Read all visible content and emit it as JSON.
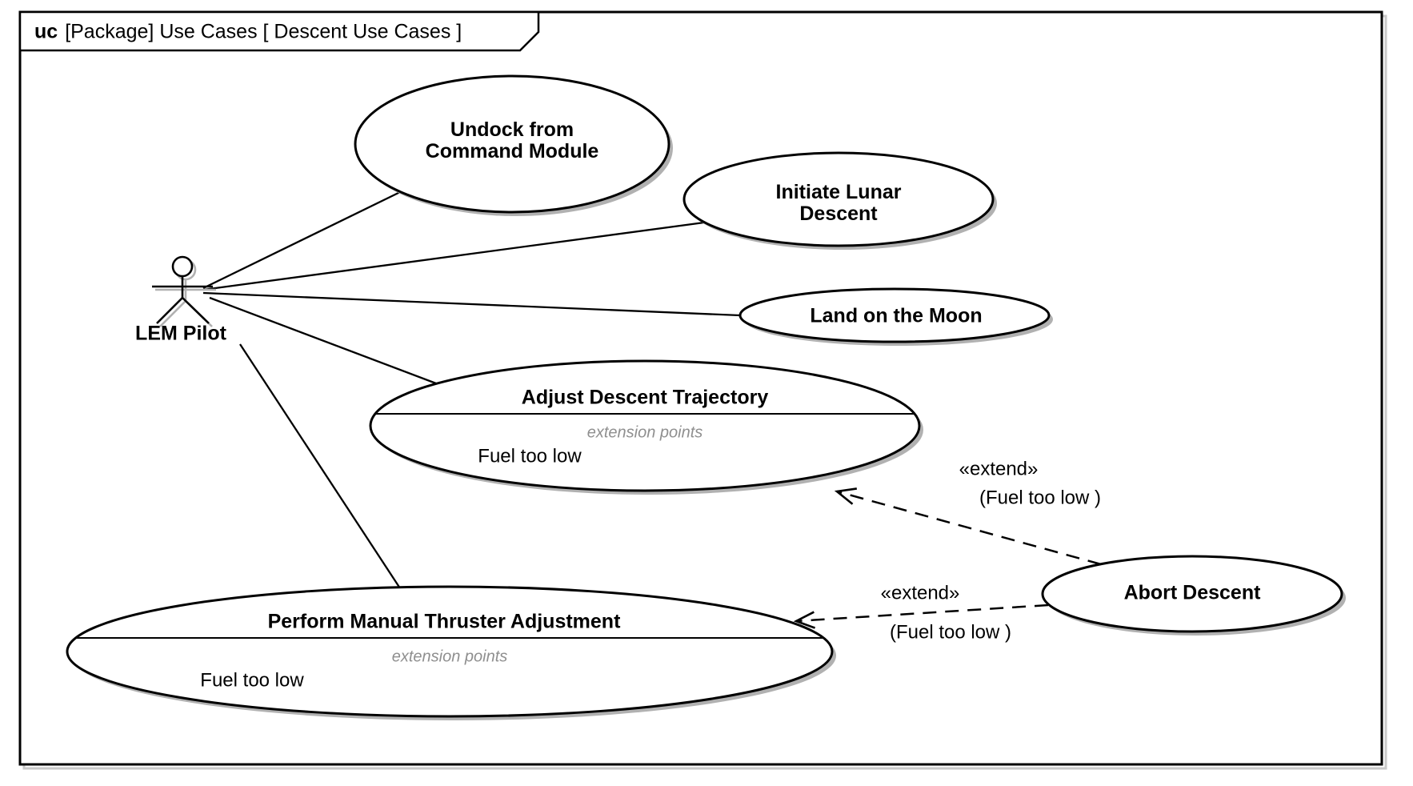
{
  "frame": {
    "keyword": "uc",
    "title": "[Package] Use Cases [ Descent Use Cases ]"
  },
  "actor": {
    "name": "LEM Pilot"
  },
  "use_cases": [
    {
      "name": "Undock from Command Module",
      "line1": "Undock from",
      "line2": "Command Module"
    },
    {
      "name": "Initiate Lunar Descent",
      "line1": "Initiate Lunar",
      "line2": "Descent"
    },
    {
      "name": "Land on the Moon"
    },
    {
      "name": "Adjust Descent Trajectory",
      "extension_points_label": "extension points",
      "extension_point": "Fuel too low"
    },
    {
      "name": "Perform Manual Thruster Adjustment",
      "extension_points_label": "extension points",
      "extension_point": "Fuel too low"
    },
    {
      "name": "Abort Descent"
    }
  ],
  "relations": [
    {
      "stereotype": "«extend»",
      "condition": "(Fuel too low )",
      "from": "Abort Descent",
      "to": "Adjust Descent Trajectory"
    },
    {
      "stereotype": "«extend»",
      "condition": "(Fuel too low )",
      "from": "Abort Descent",
      "to": "Perform Manual Thruster Adjustment"
    }
  ],
  "associations": [
    {
      "from": "LEM Pilot",
      "to": "Undock from Command Module"
    },
    {
      "from": "LEM Pilot",
      "to": "Initiate Lunar Descent"
    },
    {
      "from": "LEM Pilot",
      "to": "Land on the Moon"
    },
    {
      "from": "LEM Pilot",
      "to": "Adjust Descent Trajectory"
    },
    {
      "from": "LEM Pilot",
      "to": "Perform Manual Thruster Adjustment"
    }
  ],
  "colors": {
    "stroke": "#000000",
    "fill": "#ffffff",
    "shadow": "#b1b1b1",
    "frame_shadow": "#c9c9c9",
    "muted_text": "#8f8f8f"
  }
}
